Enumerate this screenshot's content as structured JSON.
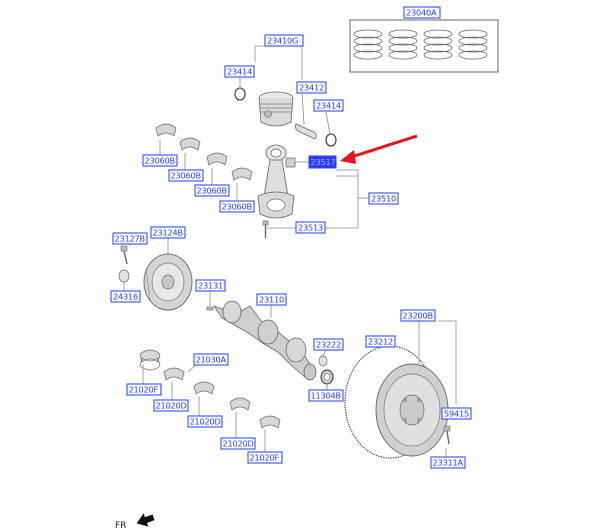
{
  "labels": {
    "piston_ring_set": "23040A",
    "piston_assy": "23410G",
    "snap_ring_left": "23414",
    "piston_pin": "23412",
    "snap_ring_right": "23414",
    "bearing_1": "23060B",
    "bearing_2": "23060B",
    "bearing_3": "23060B",
    "bearing_4": "23060B",
    "conrod_bolt_nut": "23517",
    "conrod_assy": "23510",
    "conrod_bolt": "23513",
    "bolt": "23127B",
    "damper_pulley": "23124B",
    "washer": "24316",
    "key": "23131",
    "crankshaft": "23110",
    "main_bearing_set": "21030A",
    "main_bearing_1": "21020F",
    "main_bearing_2": "21020D",
    "main_bearing_3": "21020D",
    "main_bearing_4": "21020D",
    "main_bearing_5": "21020F",
    "bushing": "23222",
    "bearing_rear": "11304B",
    "ring_gear_drive_plate": "23200B",
    "ring_gear": "23212",
    "bolt_rear": "59415",
    "plate_bolt": "23311A"
  },
  "arrow_color": "#e8121c",
  "label_color": "#1f3fff",
  "direction_marker": "FR"
}
